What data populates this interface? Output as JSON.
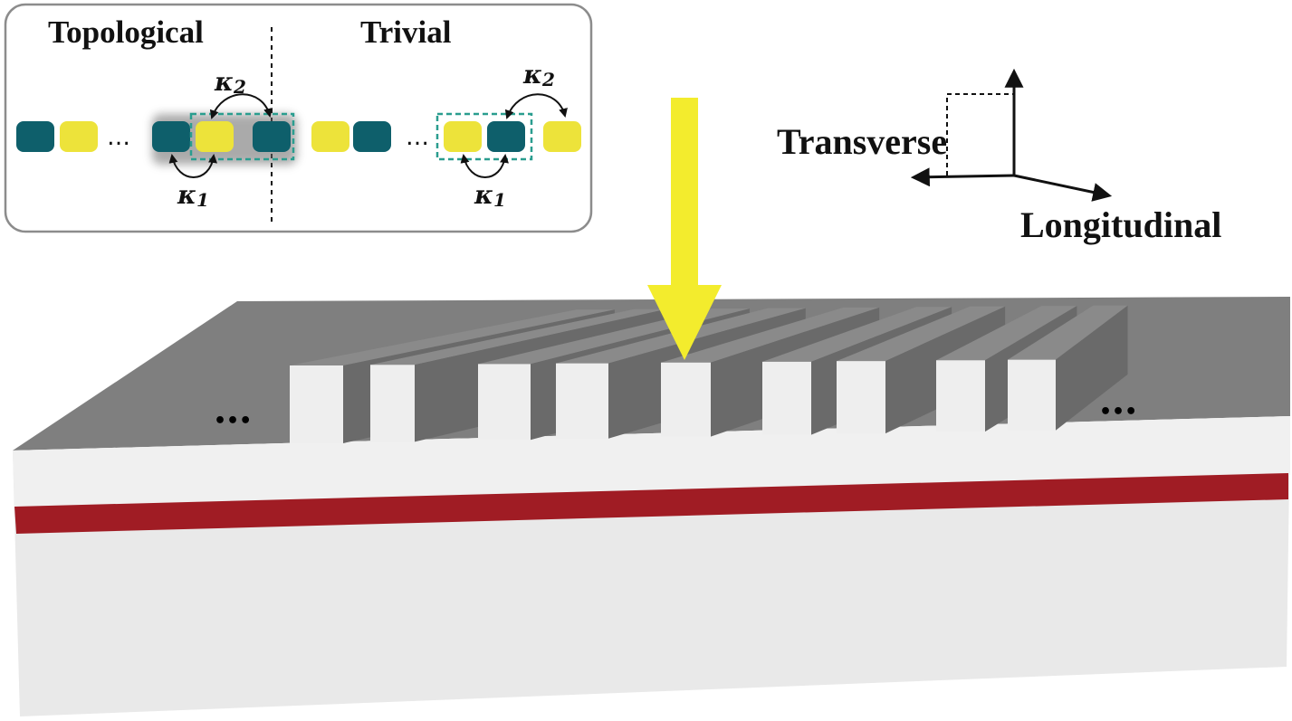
{
  "inset": {
    "topological_label": "Topological",
    "trivial_label": "Trivial",
    "ellipsis": "…",
    "kappa1": "κ",
    "kappa1_sub": "1",
    "kappa2": "κ",
    "kappa2_sub": "2",
    "colors": {
      "teal": "#0e5f6b",
      "yellow": "#ede33a",
      "box": "#2a9d8f"
    }
  },
  "axes": {
    "transverse_label": "Transverse",
    "longitudinal_label": "Longitudinal"
  },
  "device": {
    "ellipsis_left": "•••",
    "ellipsis_right": "•••",
    "colors": {
      "top_surface": "#7f7f7f",
      "ridge_front": "#eeeeee",
      "ridge_side": "#6e6e6e",
      "slab_front": "#e9e9e9",
      "active_layer": "#a01c24",
      "arrow": "#f3ec2d"
    }
  }
}
